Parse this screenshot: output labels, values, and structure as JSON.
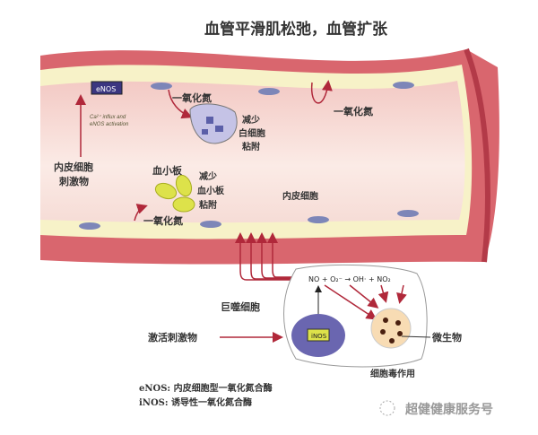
{
  "title": "血管平滑肌松弛，血管扩张",
  "labels": {
    "enos_box": "eNOS",
    "ca_influx_1": "Ca²⁺ influx and",
    "ca_influx_2": "eNOS activation",
    "endo_stim_1": "内皮细胞",
    "endo_stim_2": "刺激物",
    "no_top_left": "一氧化氮",
    "no_top_right": "一氧化氮",
    "no_bottom": "一氧化氮",
    "leuko_1": "减少",
    "leuko_2": "白细胞",
    "leuko_3": "粘附",
    "platelet": "血小板",
    "plt_1": "减少",
    "plt_2": "血小板",
    "plt_3": "粘附",
    "endothelial_cell": "内皮细胞",
    "macrophage": "巨噬细胞",
    "activating_stimulus": "激活刺激物",
    "inos_box": "iNOS",
    "reaction": "NO + O₂⁻ → OH· + NO₂",
    "microbe": "微生物",
    "cytotoxic": "细胞毒作用"
  },
  "legend": [
    "eNOS: 内皮细胞型一氧化氮合酶",
    "iNOS: 诱导性一氧化氮合酶"
  ],
  "watermark": "超健健康服务号",
  "colors": {
    "vessel_wall": "#d9666e",
    "lumen": "#f6d8d4",
    "endothelium": "#f7f2c8",
    "arrow": "#b0283a",
    "inos_cell": "#6a66b0",
    "platelet": "#dde24a"
  }
}
